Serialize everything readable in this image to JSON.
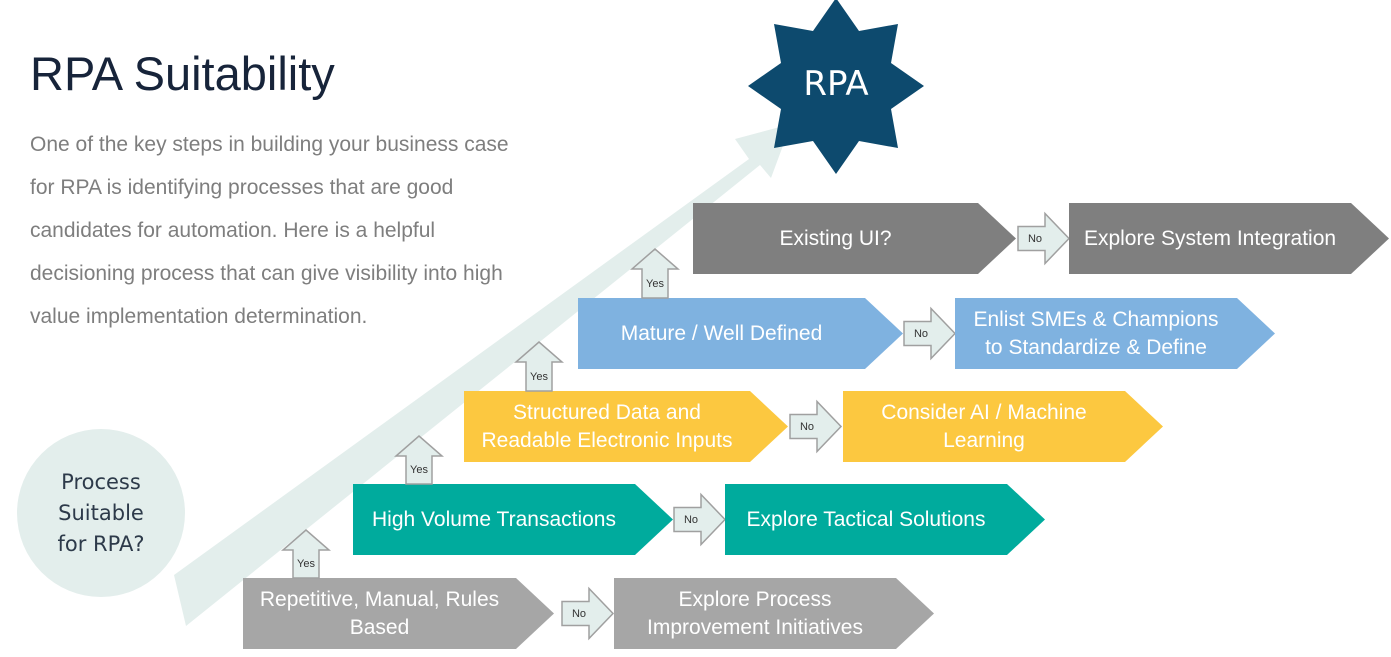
{
  "title": "RPA Suitability",
  "intro": "One of the key steps in building your business case for RPA is identifying processes that are good candidates for automation.  Here is a helpful decisioning process that can give visibility into high value implementation determination.",
  "start": {
    "lines": [
      "Process",
      "Suitable",
      "for RPA?"
    ]
  },
  "goal": "RPA",
  "colors": {
    "gray": "#a6a6a6",
    "teal": "#00ab9d",
    "yellow": "#fcc840",
    "blue": "#7fb2e0",
    "dark_gray": "#7f7f7f",
    "navy": "#0d4a6e",
    "light_fill": "#e3eeec",
    "small_arrow_fill": "#e3eeec",
    "small_arrow_stroke": "#a0a0a0"
  },
  "levels": [
    {
      "criterion": [
        "Repetitive, Manual, Rules",
        "Based"
      ],
      "no_label": "No",
      "alternative": [
        "Explore Process",
        "Improvement Initiatives"
      ],
      "yes_label": "Yes",
      "color": "gray"
    },
    {
      "criterion": [
        "High Volume Transactions"
      ],
      "no_label": "No",
      "alternative": [
        "Explore Tactical Solutions"
      ],
      "yes_label": "Yes",
      "color": "teal"
    },
    {
      "criterion": [
        "Structured Data and",
        "Readable Electronic Inputs"
      ],
      "no_label": "No",
      "alternative": [
        "Consider AI / Machine",
        "Learning"
      ],
      "yes_label": "Yes",
      "color": "yellow"
    },
    {
      "criterion": [
        "Mature / Well Defined"
      ],
      "no_label": "No",
      "alternative": [
        "Enlist SMEs & Champions",
        "to Standardize & Define"
      ],
      "yes_label": "Yes",
      "color": "blue"
    },
    {
      "criterion": [
        "Existing UI?"
      ],
      "no_label": "No",
      "alternative": [
        "Explore System Integration"
      ],
      "yes_label": "Yes",
      "color": "dark_gray"
    }
  ]
}
